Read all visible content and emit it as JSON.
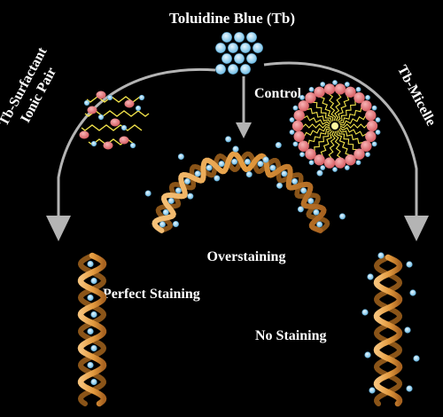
{
  "title": "Toluidine Blue (Tb)",
  "labels": {
    "control": "Control",
    "overstaining": "Overstaining",
    "perfect_staining": "Perfect Staining",
    "no_staining": "No Staining",
    "ionic_pair_line1": "Tb-Surfactant",
    "ionic_pair_line2": "Ionic Pair",
    "micelle": "Tb-Micelle"
  },
  "colors": {
    "background": "#000000",
    "arrow": "#b4b4b4",
    "dye_dot": "#a7dcf6",
    "dye_dot_edge": "#6fb6dc",
    "helix_strand": "#e8a14a",
    "helix_strand_dark": "#8a5418",
    "surfactant_head": "#e8797c",
    "surfactant_tail": "#f2e34a",
    "text": "#ffffff"
  }
}
